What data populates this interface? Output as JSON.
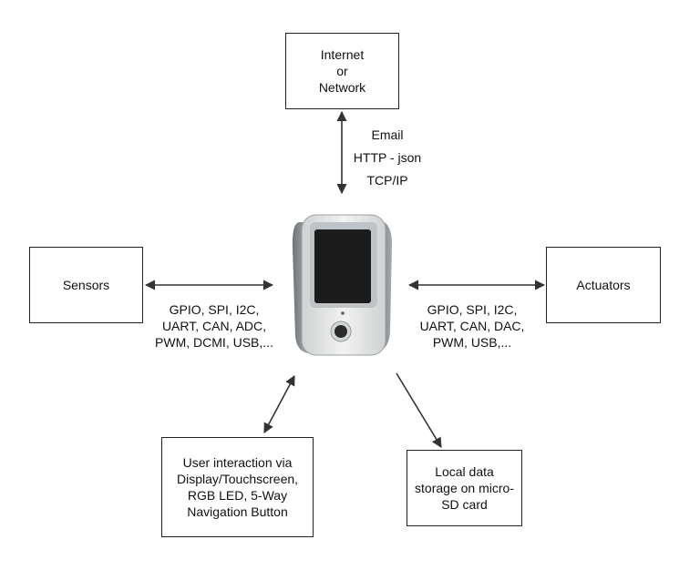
{
  "internet_box": {
    "lines": [
      "Internet",
      "or",
      "Network"
    ]
  },
  "protocols_top": {
    "lines": [
      "Email",
      "HTTP - json",
      "TCP/IP"
    ]
  },
  "sensors_box": {
    "label": "Sensors"
  },
  "sensor_interfaces": {
    "lines": [
      "GPIO, SPI, I2C,",
      "UART, CAN, ADC,",
      "PWM, DCMI, USB,..."
    ]
  },
  "actuators_box": {
    "label": "Actuators"
  },
  "actuator_interfaces": {
    "lines": [
      "GPIO, SPI, I2C,",
      "UART, CAN, DAC,",
      "PWM, USB,..."
    ]
  },
  "user_box": {
    "lines": [
      "User interaction  via",
      "Display/Touchscreen,",
      "RGB LED, 5-Way",
      "Navigation Button"
    ]
  },
  "storage_box": {
    "lines": [
      "Local data",
      "storage on micro-",
      "SD card"
    ]
  },
  "colors": {
    "line": "#333333",
    "device_body": "#e4e4e4",
    "device_grip": "#8f9498",
    "screen": "#1c1c1c"
  }
}
